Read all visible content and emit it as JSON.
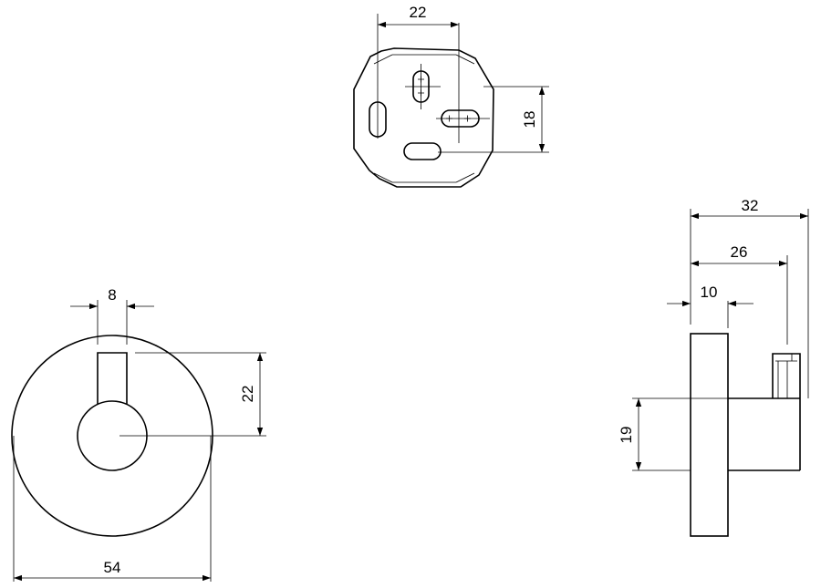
{
  "dimensions": {
    "top_width": "22",
    "top_height": "18",
    "front_slot_width": "8",
    "front_slot_height": "22",
    "front_diameter": "54",
    "side_total": "32",
    "side_hook": "26",
    "side_base": "10",
    "side_height": "19"
  }
}
